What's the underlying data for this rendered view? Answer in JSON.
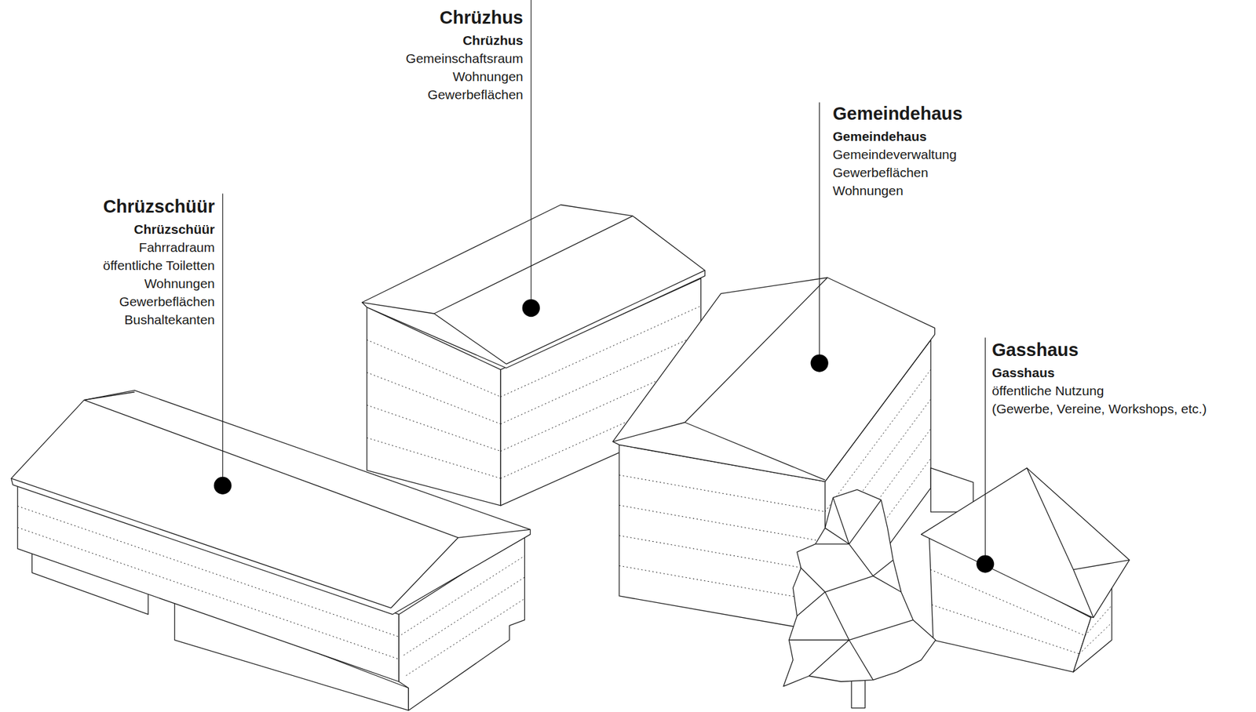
{
  "diagram": {
    "labels": [
      "Chrüzhus",
      "Chrüzhus",
      "Gemeinschaftsraum",
      "Wohnungen",
      "Gewerbeflächen",
      "Gemeindehaus",
      "Gemeindehaus",
      "Gemeindeverwaltung",
      "Gewerbeflächen",
      "Wohnungen",
      "Chrüzschüür",
      "Chrüzschüür",
      "Fahrradraum",
      "öffentliche Toiletten",
      "Wohnungen",
      "Gewerbeflächen",
      "Bushaltekanten",
      "Gasshaus",
      "Gasshaus",
      "öffentliche Nutzung",
      "(Gewerbe, Vereine, Workshops, etc.)"
    ]
  }
}
